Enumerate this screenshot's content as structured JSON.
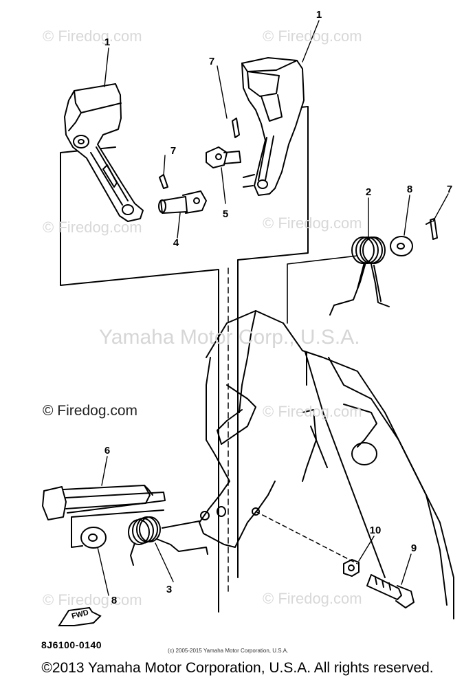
{
  "watermarks": {
    "firedog": "© Firedog.com",
    "yamaha": "Yamaha Motor Corp., U.S.A."
  },
  "callouts": [
    "1",
    "1",
    "7",
    "7",
    "5",
    "4",
    "2",
    "8",
    "7",
    "6",
    "3",
    "8",
    "10",
    "9"
  ],
  "fwd_label": "FWD",
  "part_code": "8J6100-0140",
  "small_copyright": "(c) 2005-2015 Yamaha Motor Corporation, U.S.A.",
  "copyright": "©2013 Yamaha Motor Corporation, U.S.A. All rights reserved."
}
